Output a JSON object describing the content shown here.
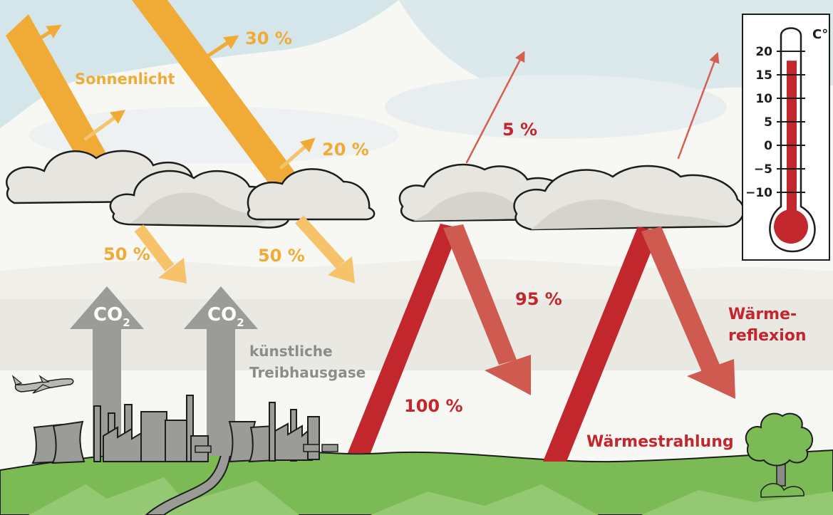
{
  "labels": {
    "sunlight": "Sonnenlicht",
    "reflect_30": "30 %",
    "reflect_20": "20 %",
    "absorb_left": "50 %",
    "absorb_right": "50 %",
    "co2_base": "CO",
    "co2_sub": "2",
    "artificial_gases_1": "künstliche",
    "artificial_gases_2": "Treibhausgase",
    "escape_5": "5 %",
    "back_95": "95 %",
    "ground_100": "100 %",
    "heat_reflection_1": "Wärme-",
    "heat_reflection_2": "reflexion",
    "heat_radiation": "Wärmestrahlung"
  },
  "thermometer": {
    "unit": "C°",
    "ticks": [
      "20",
      "15",
      "10",
      "5",
      "0",
      "−5",
      "−10"
    ],
    "reading": 18,
    "min": -10,
    "max": 20
  },
  "colors": {
    "sun": "#f0ab37",
    "sun_light": "#f6c36a",
    "heat": "#c1272d",
    "heat_light": "#cf5a4f",
    "co2": "#9b9c97",
    "ground": "#7cba55",
    "sky": "#d4e6ea"
  },
  "icons": [
    "airplane-icon",
    "factory-icon",
    "tree-icon",
    "truck-icon",
    "thermometer-icon"
  ]
}
